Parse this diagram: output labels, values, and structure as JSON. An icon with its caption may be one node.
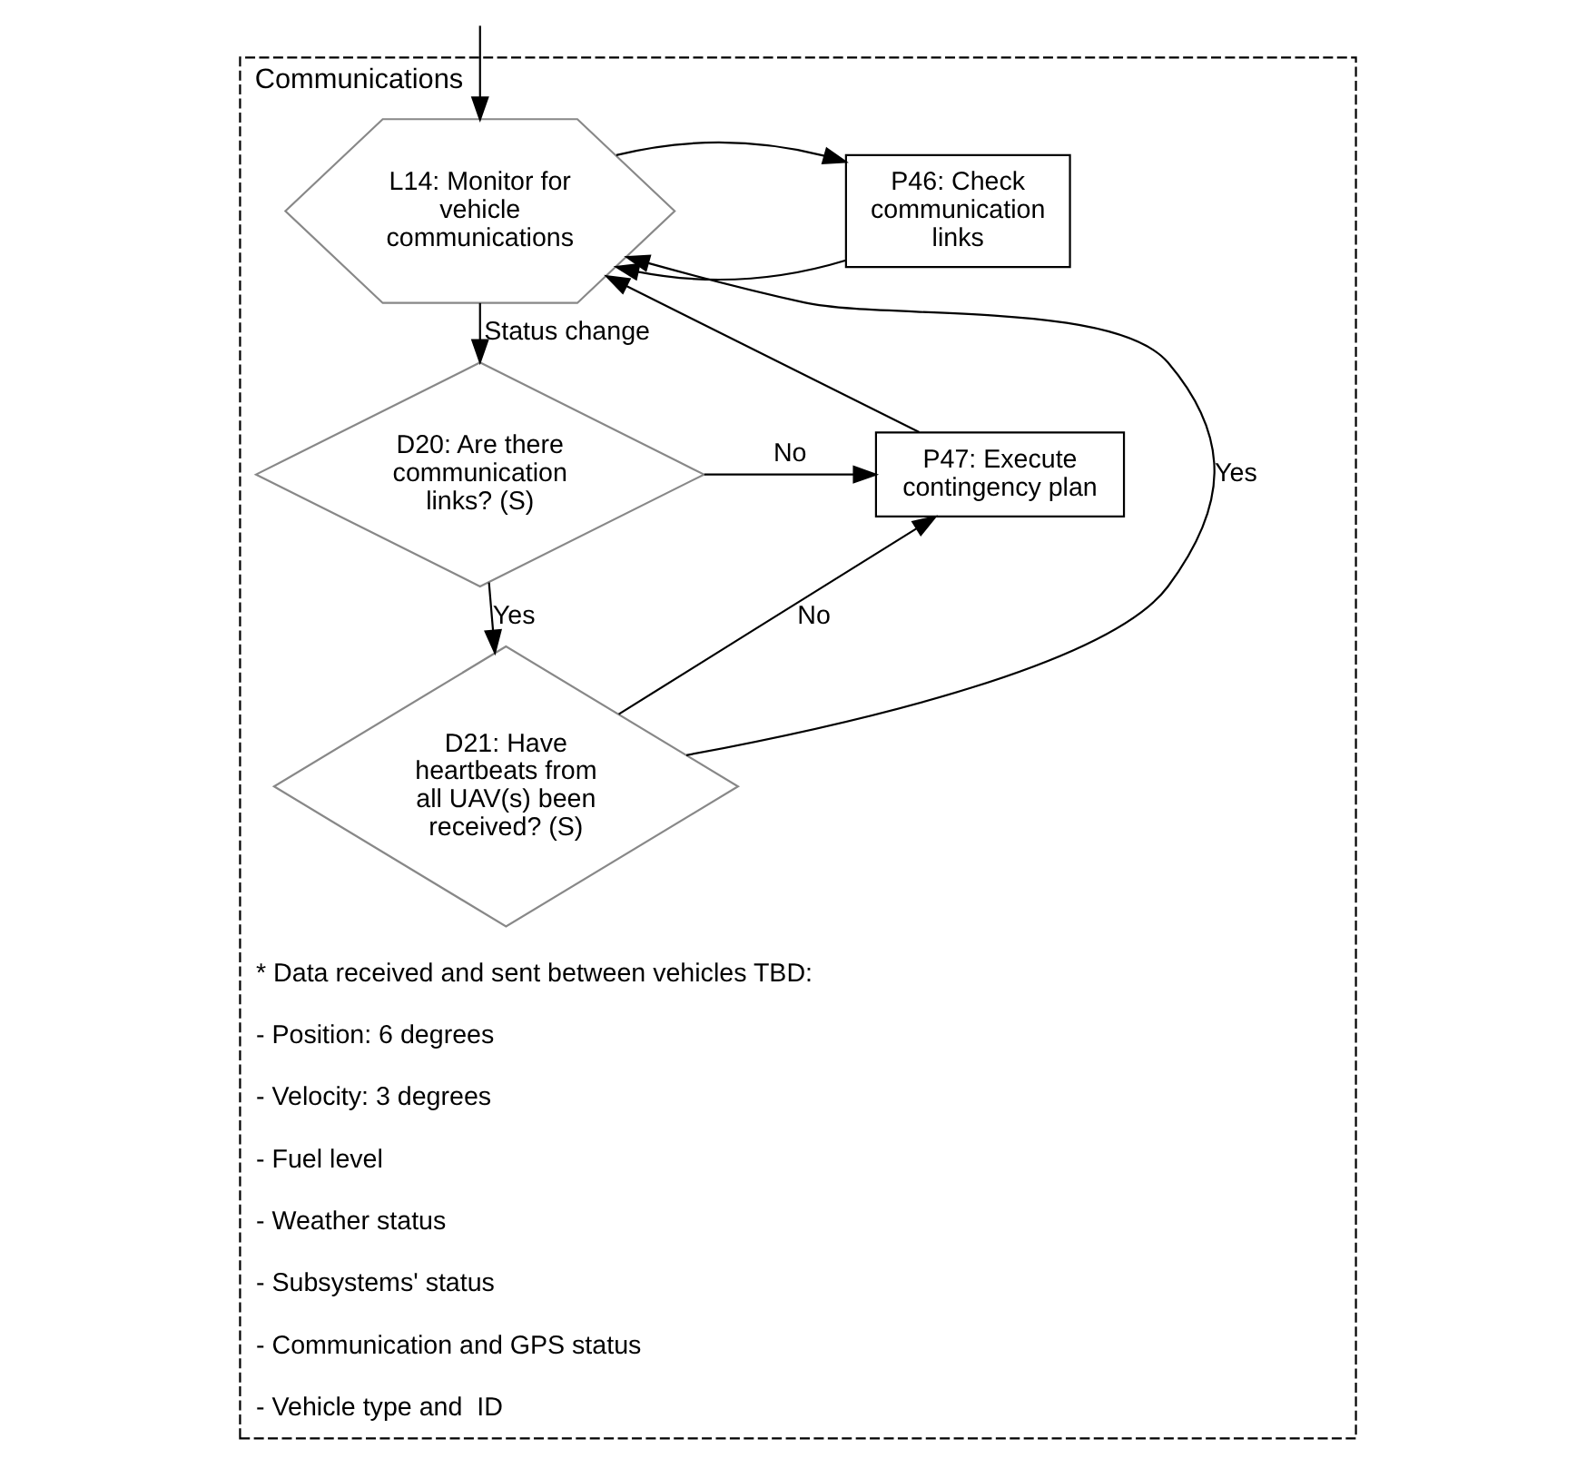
{
  "diagram": {
    "nodes": [
      {
        "text": [
          "Communications"
        ]
      },
      {
        "text": [
          "L14: Monitor for vehicle communications"
        ],
        "in": 0
      },
      {
        "text": [
          "P46: Check communication links"
        ],
        "in": 0
      },
      {
        "text": [
          "D20: Are there communication links? (S)"
        ],
        "in": 0
      },
      {
        "text": [
          "P47: Execute contingency plan"
        ],
        "in": 0
      },
      {
        "text": [
          "D21: Have heartbeats from all UAV(s) been received? (S)"
        ],
        "in": 0
      }
    ],
    "edges": [
      {
        "from": null,
        "to": 1,
        "arrow": "to"
      },
      {
        "from": 2,
        "to": 1,
        "arrow": "to"
      },
      {
        "from": 4,
        "to": 1,
        "arrow": "to"
      },
      {
        "from": 1,
        "to": 2,
        "arrow": "to"
      },
      {
        "from": 1,
        "to": 3,
        "arrow": "to",
        "label": "Status change"
      },
      {
        "from": 3,
        "to": 4,
        "arrow": "to",
        "label": "No"
      },
      {
        "from": 3,
        "to": 5,
        "arrow": "to",
        "label": "Yes"
      },
      {
        "from": 5,
        "to": 4,
        "arrow": "to",
        "label": "No"
      },
      {
        "from": 5,
        "to": 1,
        "arrow": "to",
        "label": "Yes"
      }
    ],
    "labels": [
      "* Data received and sent between vehicles TBD:",
      "- Position: 6 degrees",
      "- Velocity: 3 degrees",
      "- Fuel level",
      "- Weather status",
      "- Subsystems' status",
      "- Communication and GPS status",
      "- Vehicle type and  ID"
    ]
  }
}
